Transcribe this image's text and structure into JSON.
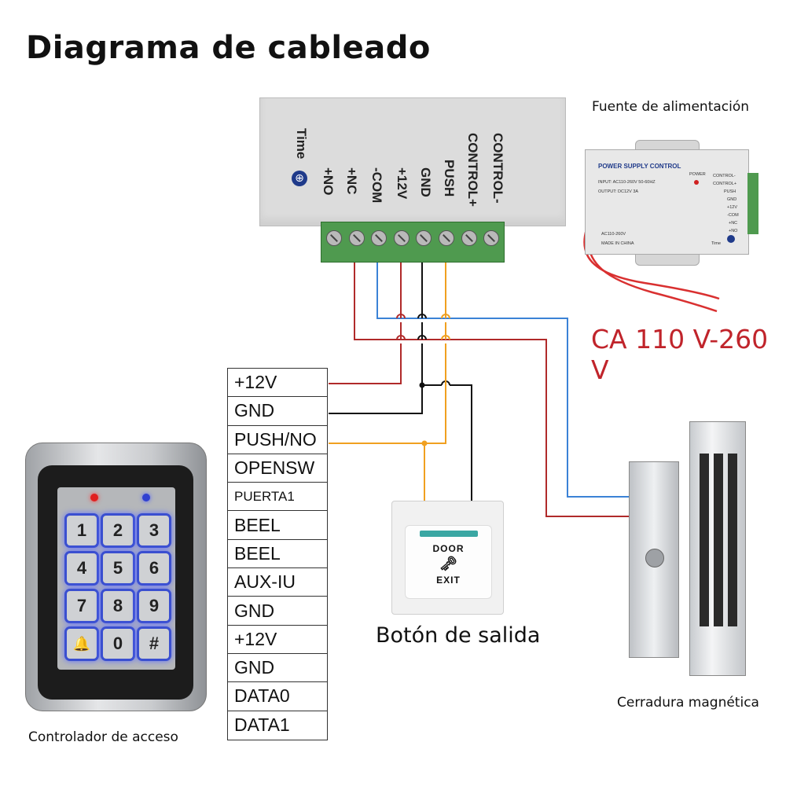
{
  "title": "Diagrama de cableado",
  "labels": {
    "power_supply": "Fuente de alimentación",
    "ac_voltage": "CA 110 V-260 V",
    "exit_button": "Botón de salida",
    "access_controller": "Controlador de acceso",
    "magnetic_lock": "Cerradura magnética"
  },
  "module_terminals": [
    "Time",
    "+NO",
    "+NC",
    "-COM",
    "+12V",
    "GND",
    "PUSH",
    "CONTROL+",
    "CONTROL-"
  ],
  "controller_terminals": [
    "+12V",
    "GND",
    "PUSH/NO",
    "OPENSW",
    "PUERTA1",
    "BEEL",
    "BEEL",
    "AUX-IU",
    "GND",
    "+12V",
    "GND",
    "DATA0",
    "DATA1"
  ],
  "psu": {
    "title": "POWER SUPPLY CONTROL",
    "input": "INPUT: AC110-260V 50-60HZ",
    "output": "OUTPUT: DC12V  3A",
    "model": "AC110-260V",
    "made": "MADE IN CHINA",
    "power": "POWER",
    "time": "Time",
    "terminals": [
      "CONTROL-",
      "CONTROL+",
      "PUSH",
      "GND",
      "+12V",
      "-COM",
      "+NC",
      "+NO"
    ]
  },
  "keypad": {
    "keys": [
      "1",
      "2",
      "3",
      "4",
      "5",
      "6",
      "7",
      "8",
      "9",
      "🔔",
      "0",
      "#"
    ]
  },
  "exit_plate": {
    "top": "DOOR",
    "key_symbol": "🗝",
    "bottom": "EXIT"
  },
  "colors": {
    "positive_wire": "#b02a2a",
    "ground_wire": "#111111",
    "push_wire": "#f0a020",
    "com_wire": "#3b82d6",
    "ac_text": "#c0242b",
    "terminal_green": "#4f9a4f"
  }
}
